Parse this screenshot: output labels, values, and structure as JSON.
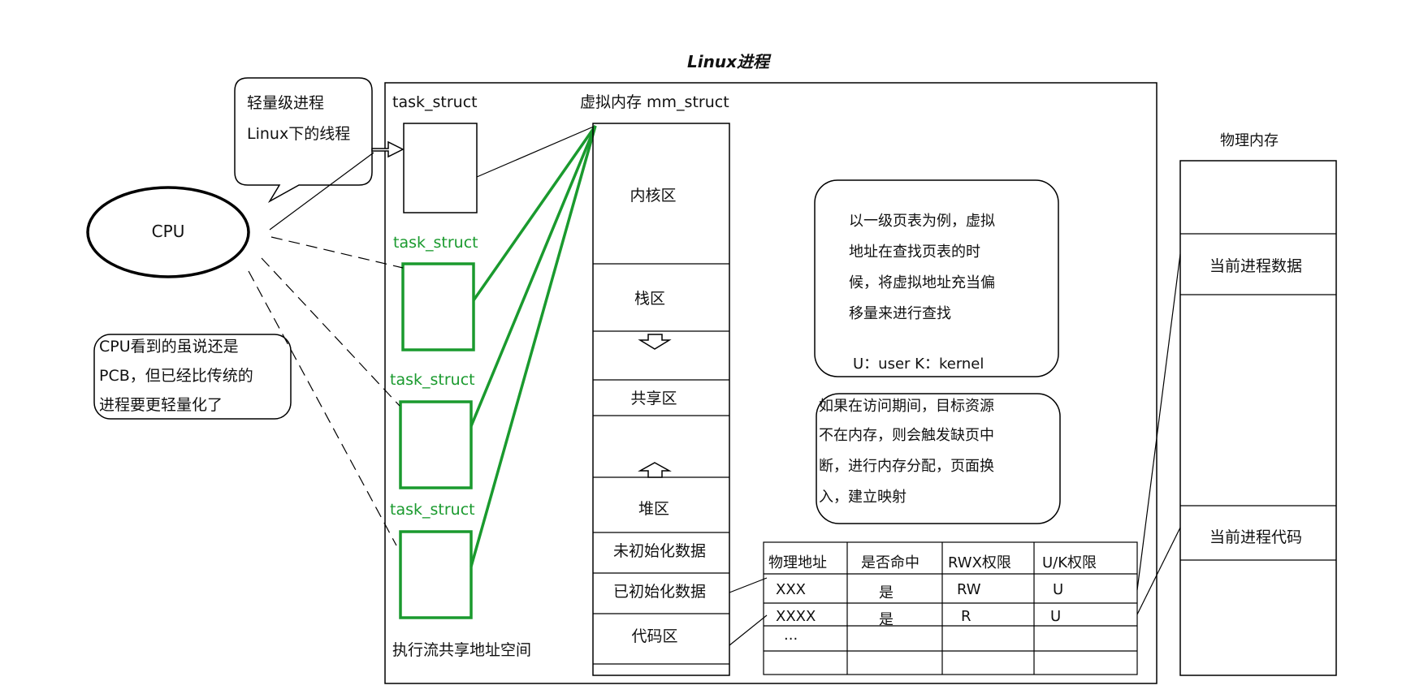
{
  "title": "Linux进程",
  "cpu_label": "CPU",
  "callout_lightweight": [
    "轻量级进程",
    "Linux下的线程"
  ],
  "callout_cpu_note": [
    "CPU看到的虽说还是",
    "PCB，但已经比传统的",
    "进程要更轻量化了"
  ],
  "task_struct_labels": [
    "task_struct",
    "task_struct",
    "task_struct",
    "task_struct"
  ],
  "vm_label": "虚拟内存 mm_struct",
  "vm_regions": [
    "内核区",
    "栈区",
    "共享区",
    "堆区",
    "未初始化数据",
    "已初始化数据",
    "代码区"
  ],
  "shared_space_label": "执行流共享地址空间",
  "page_table_note": [
    "以一级页表为例，虚拟",
    "地址在查找页表的时",
    "候，将虚拟地址充当偏",
    "移量来进行查找"
  ],
  "uk_note": "U：user  K：kernel",
  "page_fault_note": [
    "如果在访问期间，目标资源",
    "不在内存，则会触发缺页中",
    "断，进行内存分配，页面换",
    "入，建立映射"
  ],
  "page_table": {
    "headers": [
      "物理地址",
      "是否命中",
      "RWX权限",
      "U/K权限"
    ],
    "rows": [
      [
        "XXX",
        "是",
        "RW",
        "U"
      ],
      [
        "XXXX",
        "是",
        "R",
        "U"
      ],
      [
        "...",
        "",
        "",
        ""
      ],
      [
        "",
        "",
        "",
        ""
      ]
    ]
  },
  "physical_memory": {
    "label": "物理内存",
    "regions": [
      "当前进程数据",
      "当前进程代码"
    ]
  },
  "colors": {
    "accent_green": "#1a9a2e",
    "line": "#000000"
  }
}
